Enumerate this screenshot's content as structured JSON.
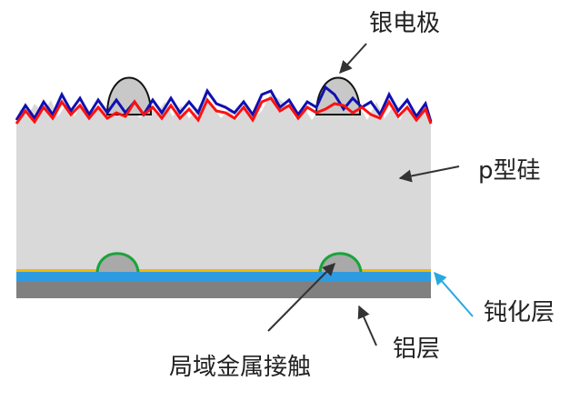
{
  "labels": {
    "silver_electrode": "银电极",
    "p_silicon": "p型硅",
    "passivation_layer": "钝化层",
    "aluminum_layer": "铝层",
    "local_metal_contact": "局域金属接触"
  },
  "colors": {
    "silicon": "#d9d9d9",
    "silver_electrode": "#c8c8c8",
    "aluminum_layer": "#808080",
    "passivation_layer": "#2e9be0",
    "passivation_top": "#f5b800",
    "front_outer_line": "#1010b0",
    "front_inner_line": "#ff1010",
    "local_contact_outline": "#1aa33a",
    "passivation_arrow": "#29a8e0",
    "arrow": "#333333"
  }
}
